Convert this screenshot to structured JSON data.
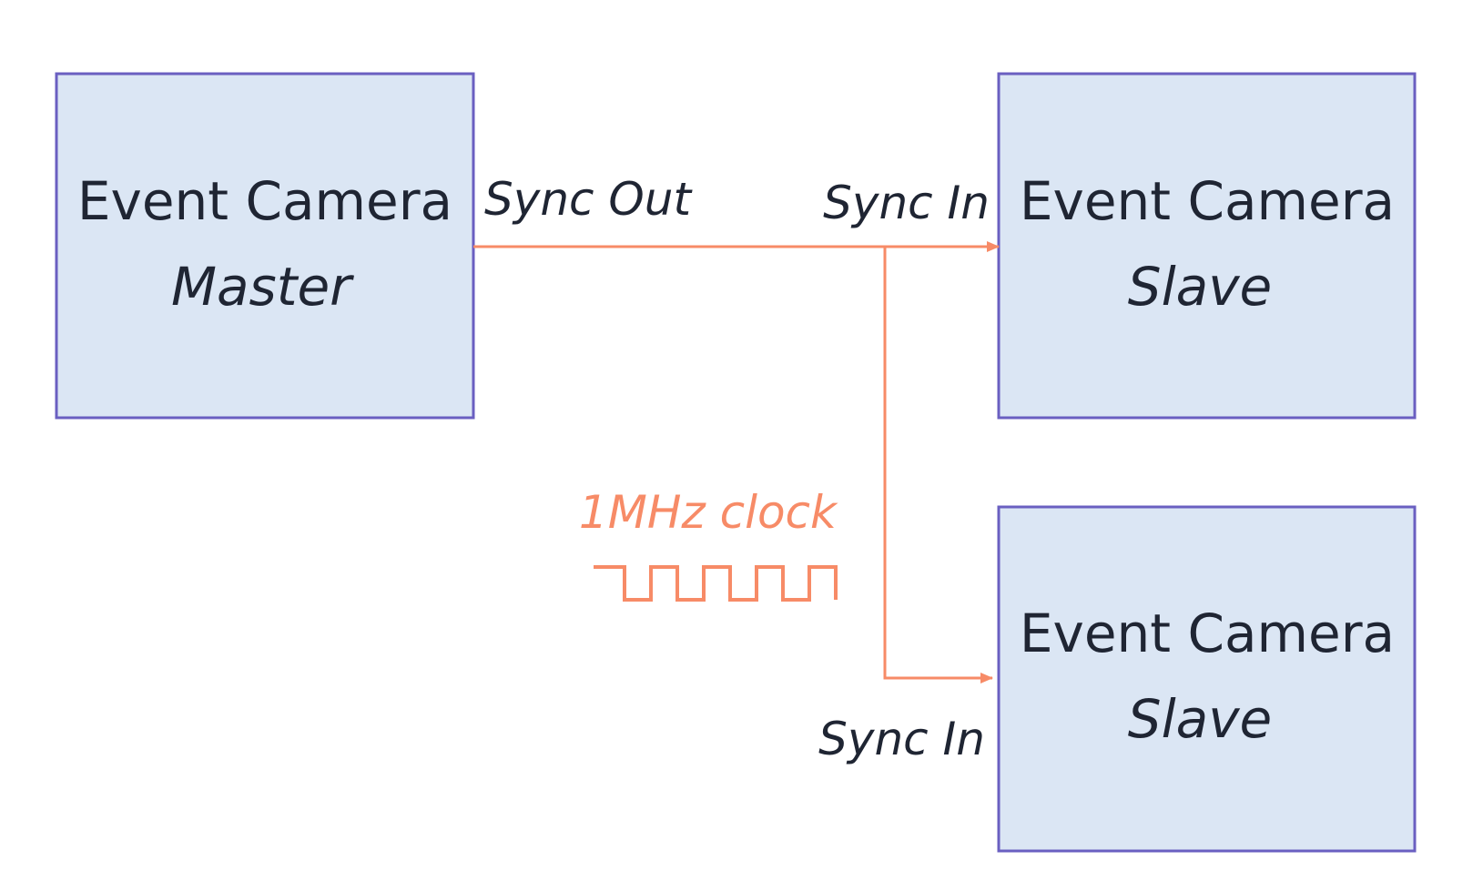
{
  "colors": {
    "box_fill": "#dbe6f4",
    "box_stroke": "#6a5fc1",
    "wire": "#f78b67",
    "text": "#1f2533"
  },
  "master": {
    "title": "Event Camera",
    "role": "Master",
    "port_label": "Sync Out"
  },
  "slave_top": {
    "title": "Event Camera",
    "role": "Slave",
    "port_label": "Sync In"
  },
  "slave_bottom": {
    "title": "Event Camera",
    "role": "Slave",
    "port_label": "Sync In"
  },
  "clock": {
    "label": "1MHz clock",
    "pulses": 4
  }
}
